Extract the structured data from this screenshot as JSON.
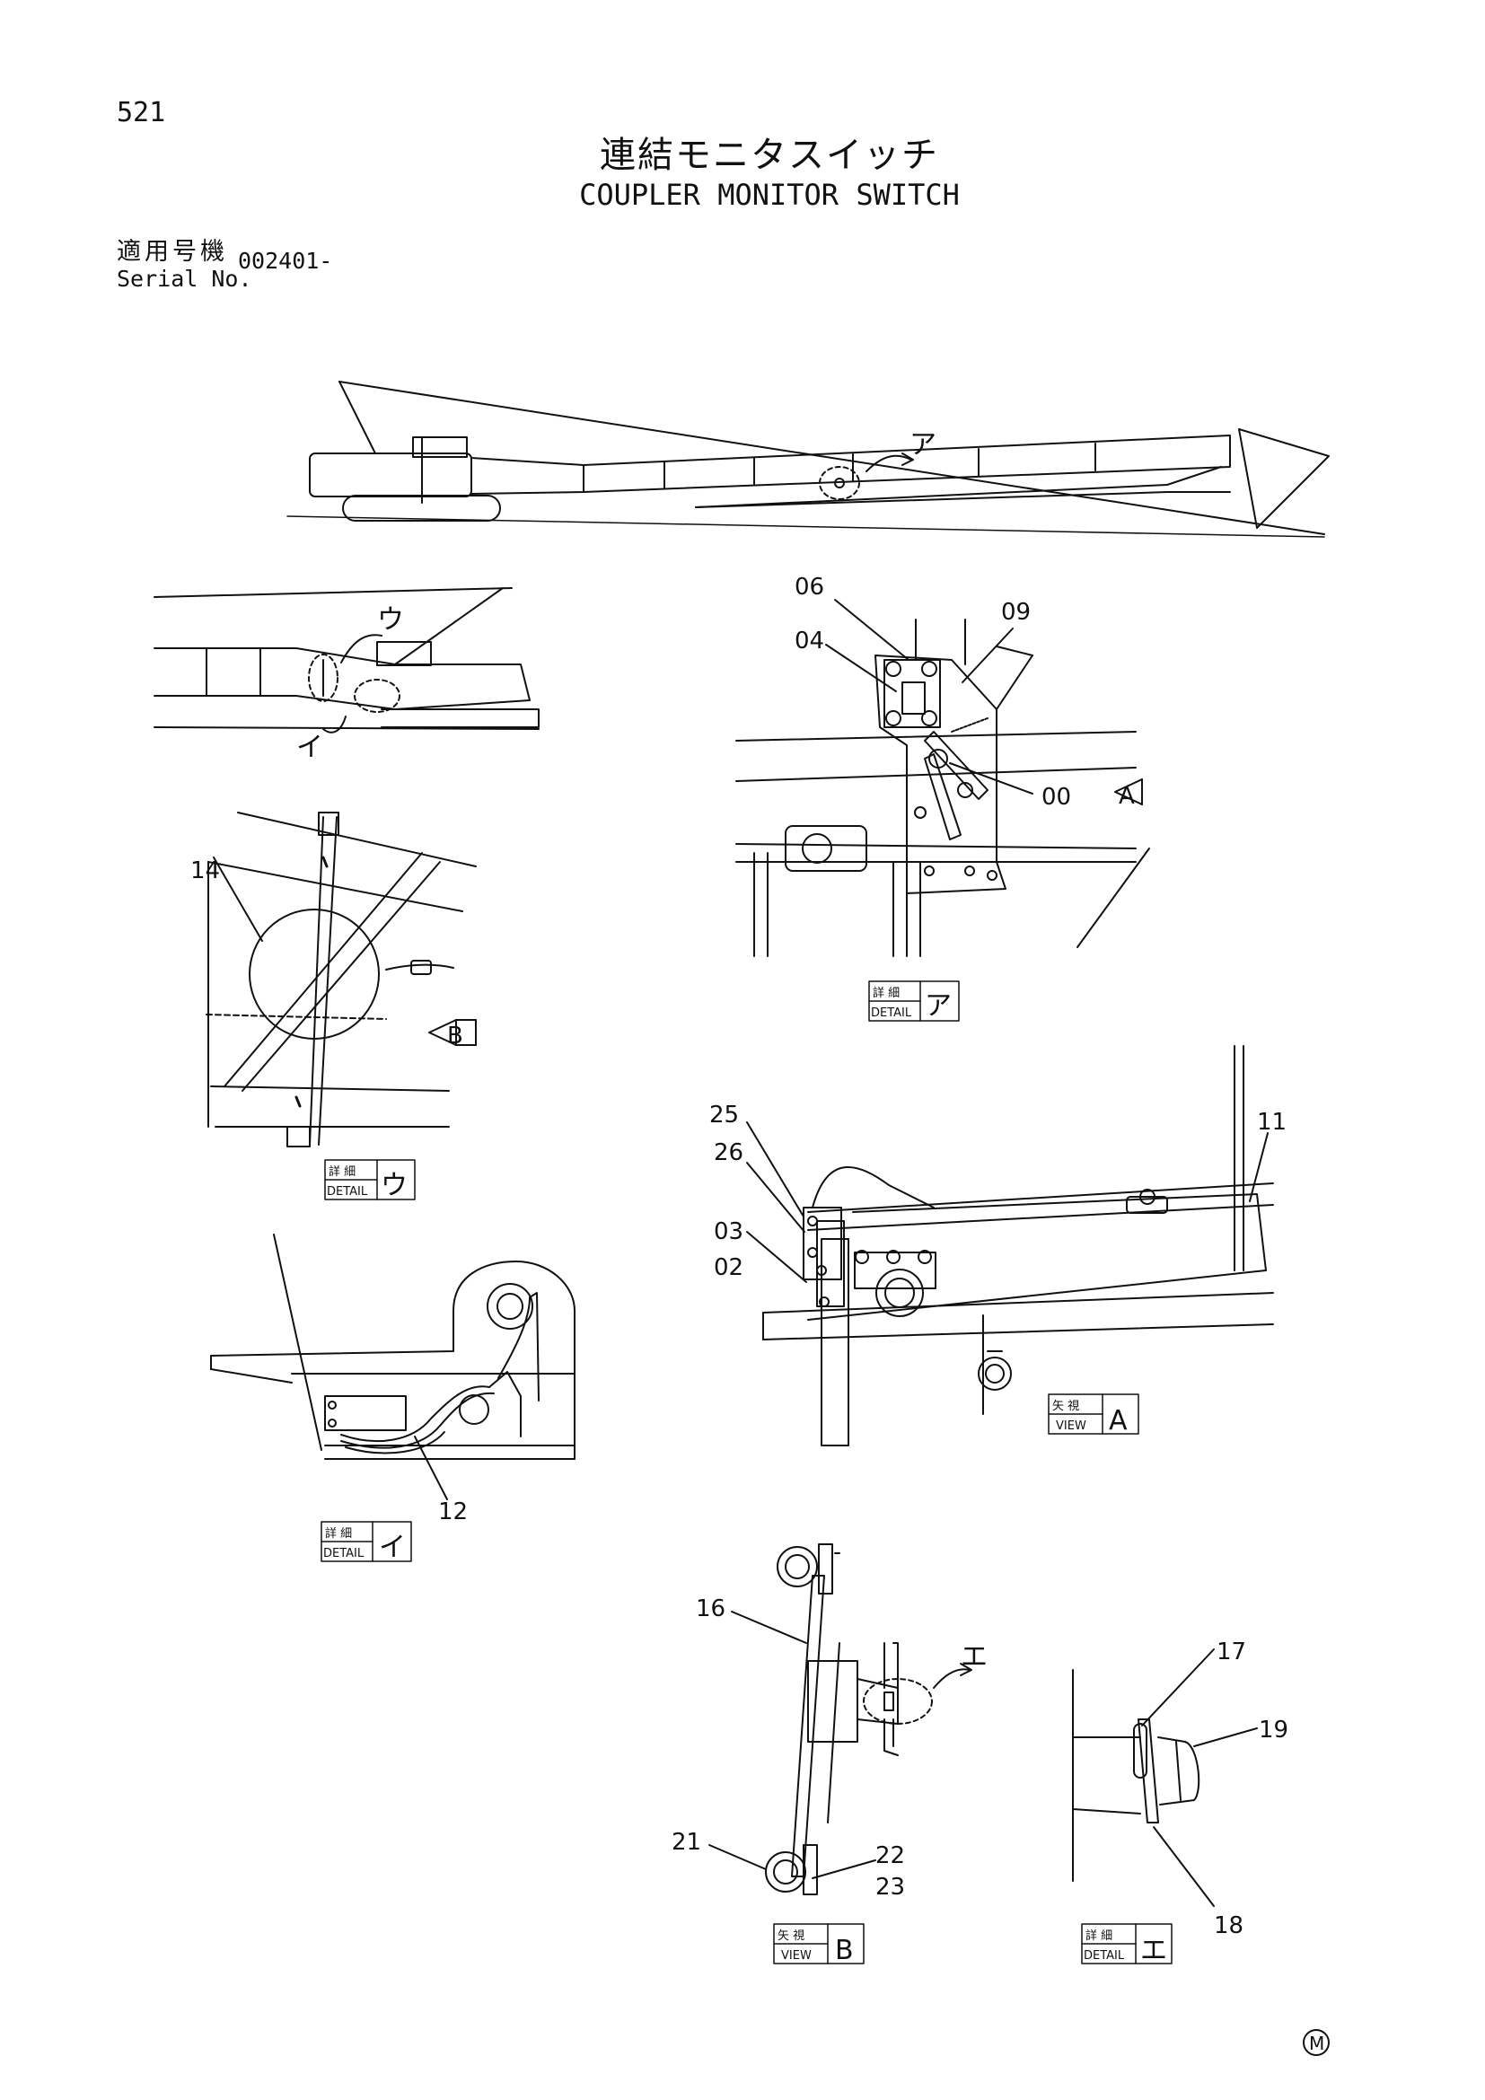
{
  "page_number": "521",
  "title_jp": "連結モニタスイッチ",
  "title_en": "COUPLER MONITOR SWITCH",
  "serial": {
    "label_jp": "適用号機",
    "label_en": "Serial No.",
    "value": "002401-"
  },
  "views": {
    "detail_a": {
      "small_jp": "詳 細",
      "small_en": "DETAIL",
      "mark": "ア"
    },
    "detail_u": {
      "small_jp": "詳 細",
      "small_en": "DETAIL",
      "mark": "ウ"
    },
    "detail_i": {
      "small_jp": "詳 細",
      "small_en": "DETAIL",
      "mark": "イ"
    },
    "detail_e": {
      "small_jp": "詳 細",
      "small_en": "DETAIL",
      "mark": "エ"
    },
    "view_a": {
      "small_jp": "矢 視",
      "small_en": "VIEW",
      "mark": "A"
    },
    "view_b": {
      "small_jp": "矢 視",
      "small_en": "VIEW",
      "mark": "B"
    }
  },
  "markers": {
    "a_kana": "ア",
    "u_kana": "ウ",
    "i_kana": "イ",
    "e_kana": "エ",
    "arrow_a": "A",
    "arrow_b": "B"
  },
  "callouts": {
    "c06": "06",
    "c04": "04",
    "c09": "09",
    "c00": "00",
    "c14": "14",
    "c25": "25",
    "c26": "26",
    "c03": "03",
    "c02": "02",
    "c11": "11",
    "c12": "12",
    "c16": "16",
    "c21": "21",
    "c22": "22",
    "c23": "23",
    "c17": "17",
    "c19": "19",
    "c18": "18"
  },
  "corner_mark": "M"
}
